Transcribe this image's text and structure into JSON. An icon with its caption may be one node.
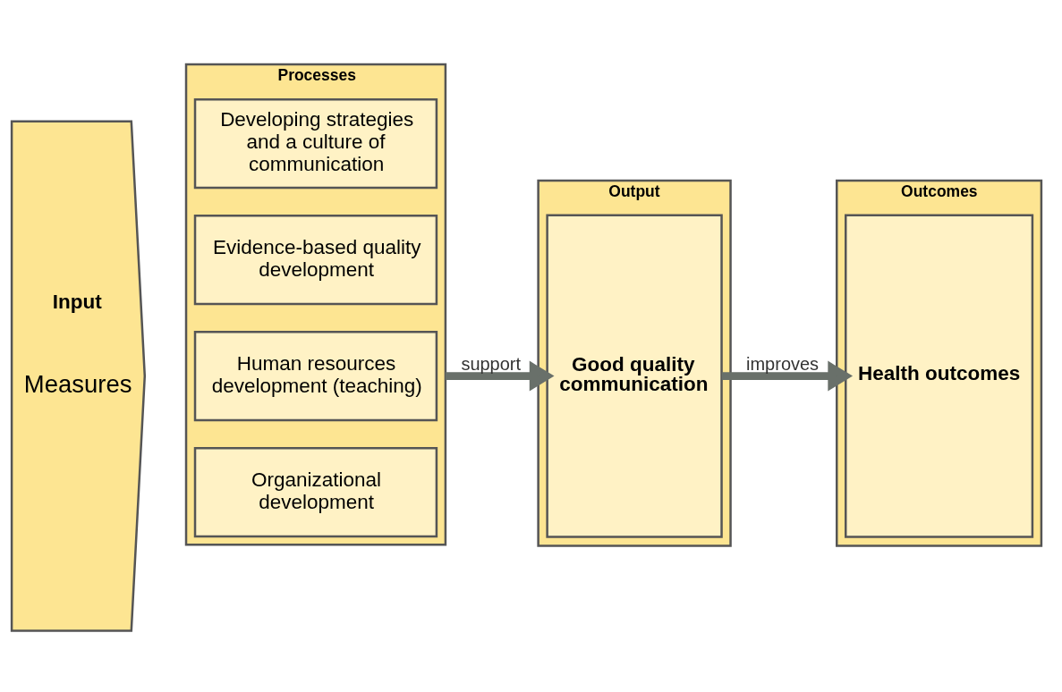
{
  "diagram": {
    "nodes": [
      {
        "text": [
          "Input",
          "Measures"
        ]
      },
      {
        "text": [
          "Processes"
        ]
      },
      {
        "text": [
          "Developing strategies and a culture of communication"
        ],
        "in": 1
      },
      {
        "text": [
          "Evidence-based quality development"
        ],
        "in": 1
      },
      {
        "text": [
          "Human resources development (teaching)"
        ],
        "in": 1
      },
      {
        "text": [
          "Organizational development"
        ],
        "in": 1
      },
      {
        "text": [
          "Output"
        ]
      },
      {
        "text": [
          "Good quality communication"
        ],
        "in": 6
      },
      {
        "text": [
          "Outcomes"
        ]
      },
      {
        "text": [
          "Health outcomes"
        ],
        "in": 8
      }
    ],
    "edges": [
      {
        "from": 1,
        "to": 7,
        "arrow": "to",
        "label": "support"
      },
      {
        "from": 7,
        "to": 9,
        "arrow": "to",
        "label": "improves"
      }
    ]
  }
}
